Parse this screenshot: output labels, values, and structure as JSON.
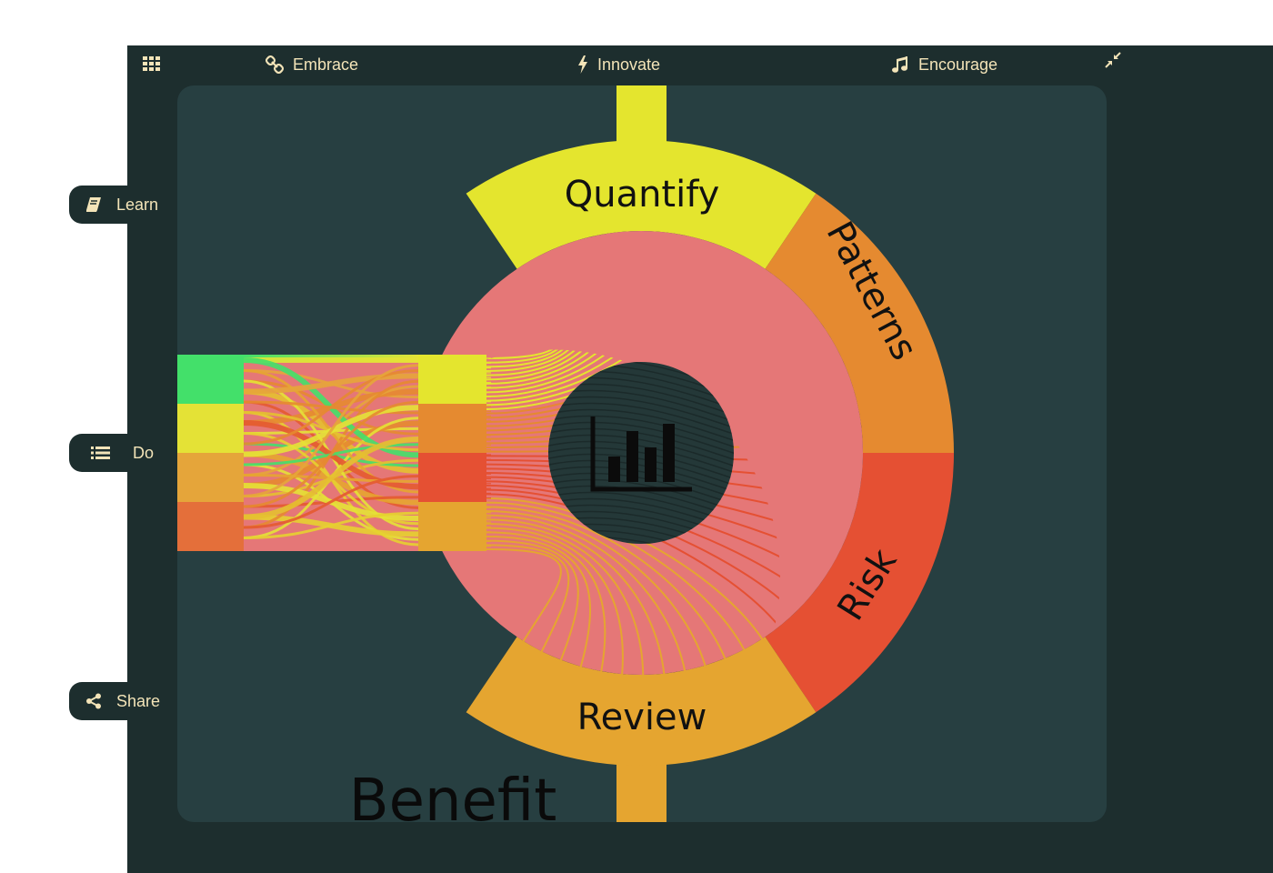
{
  "topbar": {
    "menu_icon": "grid-icon",
    "items": [
      {
        "label": "Embrace",
        "icon": "link-icon"
      },
      {
        "label": "Innovate",
        "icon": "bolt-icon"
      },
      {
        "label": "Encourage",
        "icon": "music-icon"
      }
    ],
    "collapse_icon": "compress-icon"
  },
  "sidebar": {
    "items": [
      {
        "label": "Learn",
        "icon": "book-icon"
      },
      {
        "label": "Do",
        "icon": "list-icon"
      },
      {
        "label": "Share",
        "icon": "share-icon"
      }
    ]
  },
  "diagram": {
    "segments": [
      {
        "label": "Quantify",
        "color": "#e4e52e"
      },
      {
        "label": "Patterns",
        "color": "#e58a30"
      },
      {
        "label": "Risk",
        "color": "#e55033"
      },
      {
        "label": "Review",
        "color": "#e5a530"
      }
    ],
    "source_colors": [
      "#43e06a",
      "#e4e236",
      "#e5a53a",
      "#e46f3a"
    ],
    "ring_color": "#e57777",
    "center_icon": "bar-chart-icon",
    "bottom_label": "Benefit"
  },
  "colors": {
    "app_bg": "#1d2e2e",
    "panel_bg": "#273f41",
    "accent_text": "#f3e4b8"
  }
}
